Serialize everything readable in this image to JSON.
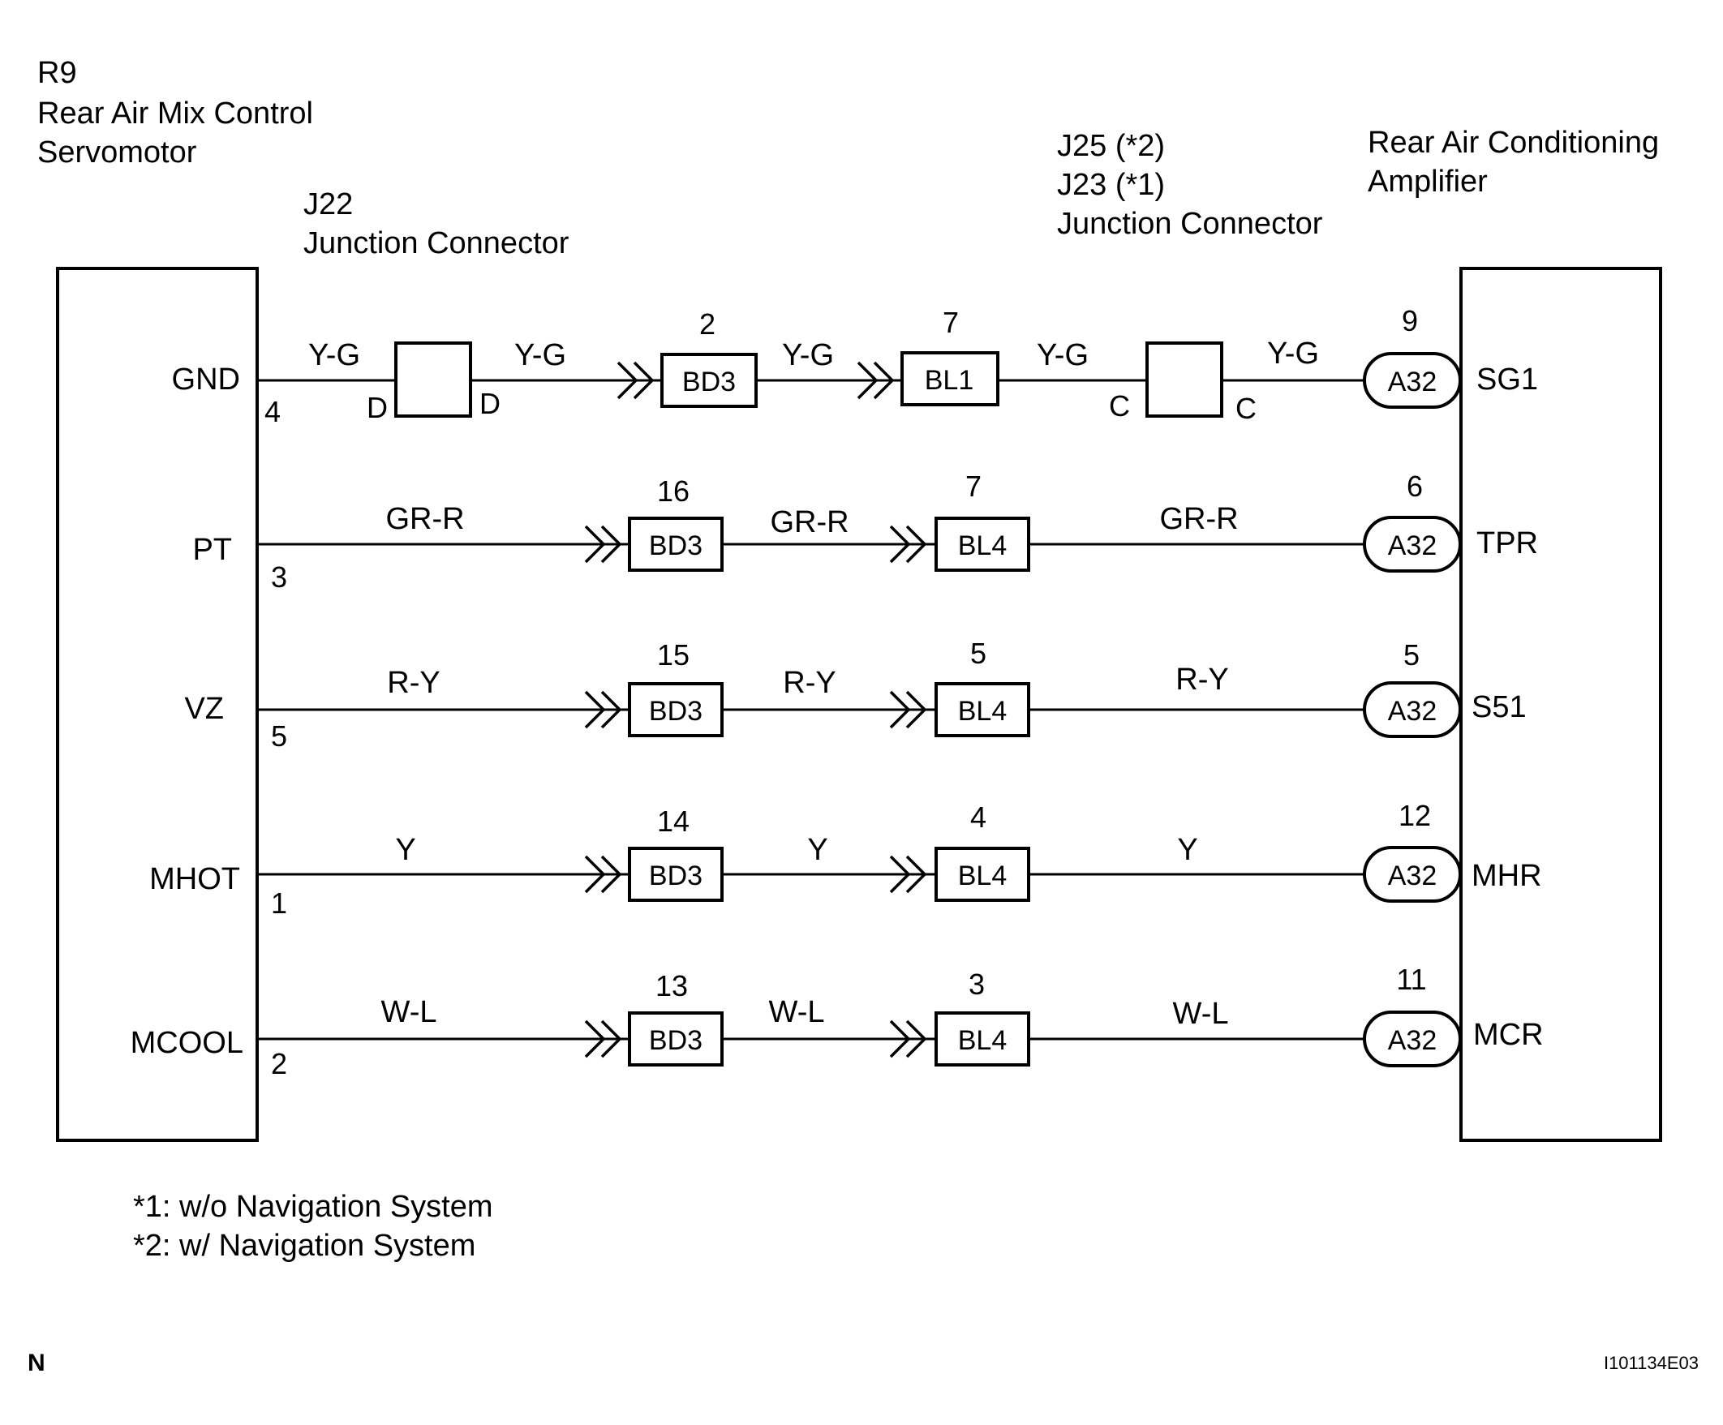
{
  "components": {
    "left": {
      "id": "R9",
      "name_line1": "Rear Air Mix Control",
      "name_line2": "Servomotor"
    },
    "j22": {
      "id": "J22",
      "name": "Junction Connector"
    },
    "j25_j23": {
      "line1": "J25 (*2)",
      "line2": "J23 (*1)",
      "name": "Junction Connector"
    },
    "right": {
      "name_line1": "Rear Air Conditioning",
      "name_line2": "Amplifier"
    }
  },
  "rows": [
    {
      "left_term": "GND",
      "left_pin": "4",
      "seg1": "Y-G",
      "j22_in": "D",
      "j22_out": "D",
      "seg1b": "Y-G",
      "bd_pin": "2",
      "bd": "BD3",
      "seg2": "Y-G",
      "bl_pin": "7",
      "bl": "BL1",
      "seg3": "Y-G",
      "jc_in": "C",
      "jc_out": "C",
      "seg3b": "Y-G",
      "a_pin": "9",
      "a": "A32",
      "right_term": "SG1"
    },
    {
      "left_term": "PT",
      "left_pin": "3",
      "seg1": "GR-R",
      "bd_pin": "16",
      "bd": "BD3",
      "seg2": "GR-R",
      "bl_pin": "7",
      "bl": "BL4",
      "seg3": "GR-R",
      "a_pin": "6",
      "a": "A32",
      "right_term": "TPR"
    },
    {
      "left_term": "VZ",
      "left_pin": "5",
      "seg1": "R-Y",
      "bd_pin": "15",
      "bd": "BD3",
      "seg2": "R-Y",
      "bl_pin": "5",
      "bl": "BL4",
      "seg3": "R-Y",
      "a_pin": "5",
      "a": "A32",
      "right_term": "S51"
    },
    {
      "left_term": "MHOT",
      "left_pin": "1",
      "seg1": "Y",
      "bd_pin": "14",
      "bd": "BD3",
      "seg2": "Y",
      "bl_pin": "4",
      "bl": "BL4",
      "seg3": "Y",
      "a_pin": "12",
      "a": "A32",
      "right_term": "MHR"
    },
    {
      "left_term": "MCOOL",
      "left_pin": "2",
      "seg1": "W-L",
      "bd_pin": "13",
      "bd": "BD3",
      "seg2": "W-L",
      "bl_pin": "3",
      "bl": "BL4",
      "seg3": "W-L",
      "a_pin": "11",
      "a": "A32",
      "right_term": "MCR"
    }
  ],
  "notes": {
    "n1": "*1: w/o Navigation System",
    "n2": "*2: w/ Navigation System"
  },
  "footer": {
    "left": "N",
    "right": "I101134E03"
  }
}
